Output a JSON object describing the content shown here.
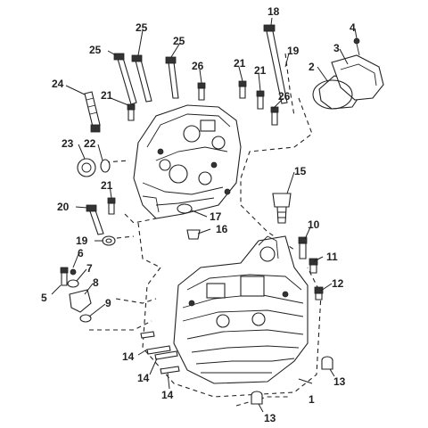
{
  "diagram": {
    "callouts": [
      {
        "id": "c1",
        "text": "1"
      },
      {
        "id": "c2",
        "text": "2"
      },
      {
        "id": "c3",
        "text": "3"
      },
      {
        "id": "c4",
        "text": "4"
      },
      {
        "id": "c5",
        "text": "5"
      },
      {
        "id": "c6",
        "text": "6"
      },
      {
        "id": "c7",
        "text": "7"
      },
      {
        "id": "c8",
        "text": "8"
      },
      {
        "id": "c9",
        "text": "9"
      },
      {
        "id": "c10",
        "text": "10"
      },
      {
        "id": "c11",
        "text": "11"
      },
      {
        "id": "c12",
        "text": "12"
      },
      {
        "id": "c13a",
        "text": "13"
      },
      {
        "id": "c13b",
        "text": "13"
      },
      {
        "id": "c14a",
        "text": "14"
      },
      {
        "id": "c14b",
        "text": "14"
      },
      {
        "id": "c14c",
        "text": "14"
      },
      {
        "id": "c15",
        "text": "15"
      },
      {
        "id": "c16",
        "text": "16"
      },
      {
        "id": "c17",
        "text": "17"
      },
      {
        "id": "c18",
        "text": "18"
      },
      {
        "id": "c19a",
        "text": "19"
      },
      {
        "id": "c19b",
        "text": "19"
      },
      {
        "id": "c20",
        "text": "20"
      },
      {
        "id": "c21a",
        "text": "21"
      },
      {
        "id": "c21b",
        "text": "21"
      },
      {
        "id": "c21c",
        "text": "21"
      },
      {
        "id": "c21d",
        "text": "21"
      },
      {
        "id": "c22",
        "text": "22"
      },
      {
        "id": "c23",
        "text": "23"
      },
      {
        "id": "c24",
        "text": "24"
      },
      {
        "id": "c25a",
        "text": "25"
      },
      {
        "id": "c25b",
        "text": "25"
      },
      {
        "id": "c25c",
        "text": "25"
      },
      {
        "id": "c26a",
        "text": "26"
      },
      {
        "id": "c26b",
        "text": "26"
      }
    ]
  }
}
